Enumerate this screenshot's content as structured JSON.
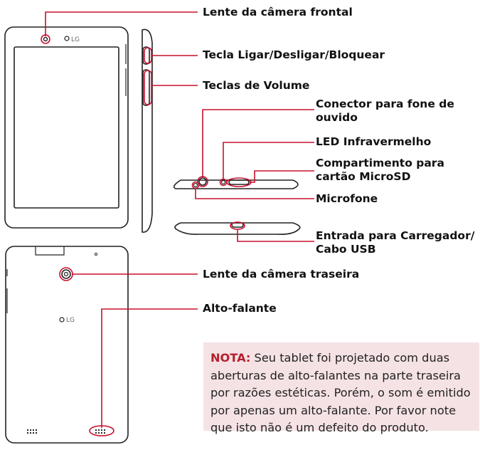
{
  "labels": {
    "front_camera": "Lente da câmera frontal",
    "power_key": "Tecla Ligar/Desligar/Bloquear",
    "volume_keys": "Teclas de Volume",
    "headphone": "Conector para fone de ouvido",
    "ir_led": "LED Infravermelho",
    "microsd": "Compartimento para cartão MicroSD",
    "microphone": "Microfone",
    "charger": "Entrada para Carregador/ Cabo USB",
    "rear_camera": "Lente da câmera traseira",
    "speaker": "Alto-falante"
  },
  "logo_text": "LG",
  "note": {
    "keyword": "NOTA:",
    "text": " Seu tablet foi projetado com duas aberturas de alto-falantes na parte traseira por razões estéticas. Porém, o som é emitido por apenas um alto-falante. Por favor note que isto não é um defeito do produto."
  },
  "colors": {
    "callout": "#c8102e",
    "outline": "#222222",
    "note_bg": "#f5e2e4",
    "note_key": "#b31f2c"
  }
}
